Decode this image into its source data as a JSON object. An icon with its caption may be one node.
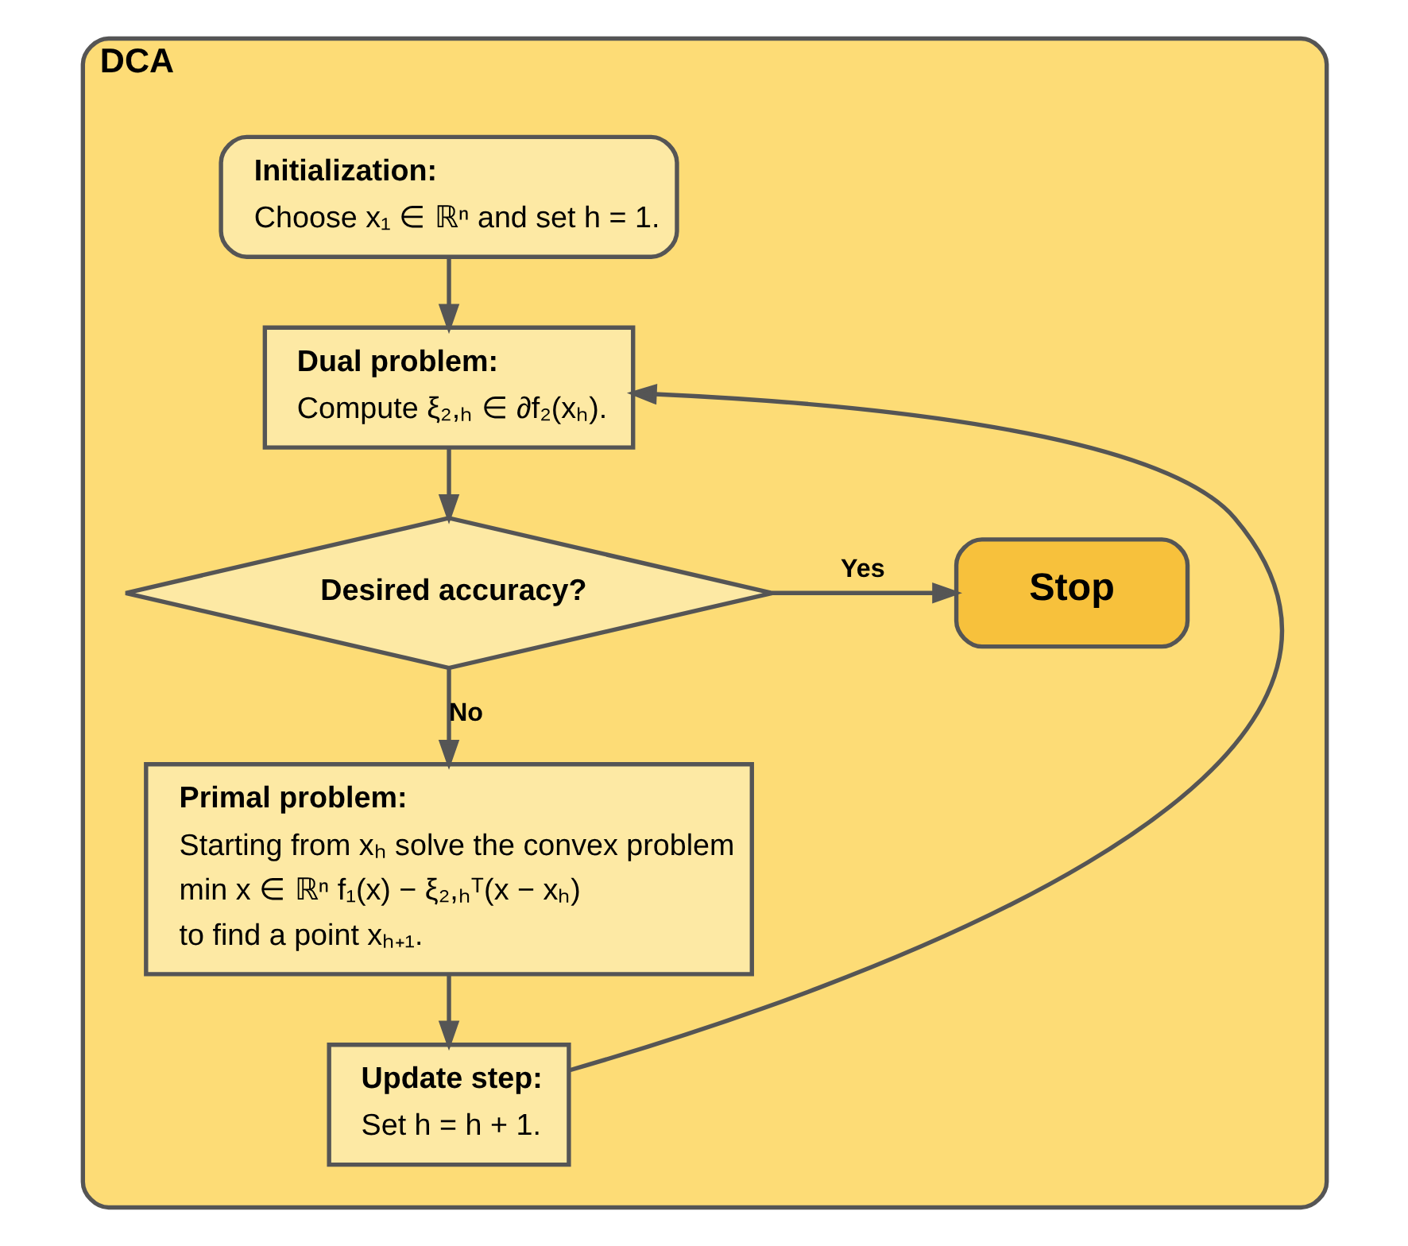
{
  "diagram": {
    "nodes": [
      {
        "text": [
          "DCA"
        ]
      },
      {
        "text": [
          "Initialization:",
          "Choose x₁ ∈ ℝⁿ and set h = 1."
        ],
        "in": 0
      },
      {
        "text": [
          "Dual problem:",
          "Compute ξ₂,ₕ ∈ ∂f₂(xₕ)."
        ],
        "in": 0
      },
      {
        "text": [
          "Desired accuracy?"
        ],
        "in": 0
      },
      {
        "text": [
          "Stop"
        ],
        "in": 0
      },
      {
        "text": [
          "Primal problem:",
          "Starting from xₕ solve the convex problem",
          "min x ∈ ℝⁿ f₁(x) − ξ₂,ₕᵀ(x − xₕ)",
          "to find a point xₕ₊₁."
        ],
        "in": 0
      },
      {
        "text": [
          "Update step:",
          "Set h = h + 1."
        ],
        "in": 0
      }
    ],
    "edges": [
      {
        "from": 1,
        "to": 2,
        "arrow": "to"
      },
      {
        "from": 2,
        "to": 3,
        "arrow": "to"
      },
      {
        "from": 3,
        "to": 4,
        "arrow": "to",
        "label": "Yes"
      },
      {
        "from": 3,
        "to": 5,
        "arrow": "to",
        "label": "No"
      },
      {
        "from": 5,
        "to": 6,
        "arrow": "to"
      },
      {
        "from": 6,
        "to": 2,
        "arrow": "to"
      }
    ]
  }
}
